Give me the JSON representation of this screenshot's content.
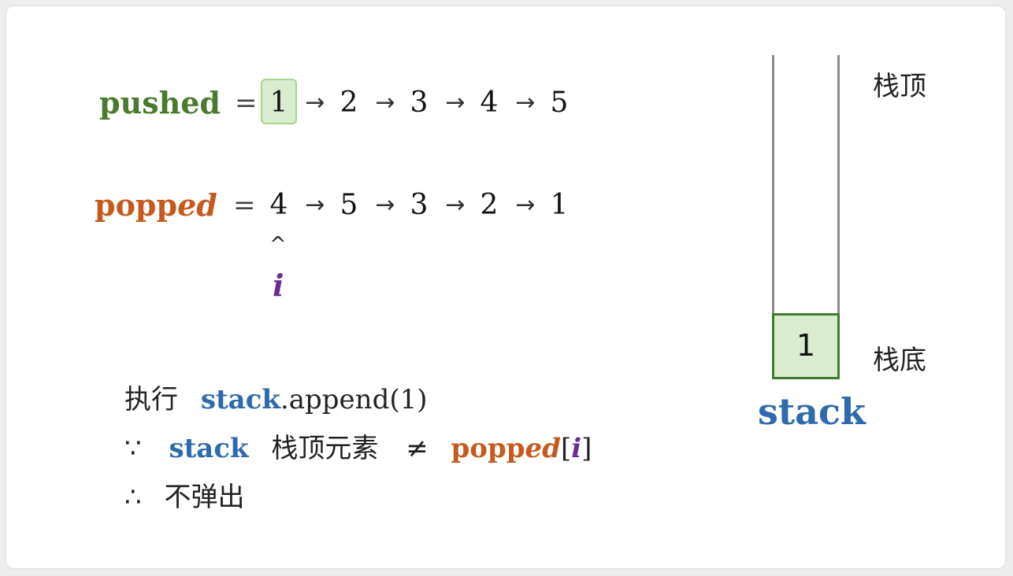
{
  "colors": {
    "pushed": "#4a7a2e",
    "popped": "#c65a1e",
    "stack": "#2e6aad",
    "pointer": "#6a2c91",
    "highlight_fill": "#d9ecd0",
    "highlight_border": "#a8d68c",
    "stack_cell_border": "#3f7a2e"
  },
  "pushed": {
    "name": "pushed",
    "eq": "=",
    "arrow": "→",
    "items": [
      "1",
      "2",
      "3",
      "4",
      "5"
    ],
    "highlight_index": 0
  },
  "popped": {
    "name_plain": "popp",
    "name_italic": "ed",
    "eq": "=",
    "arrow": "→",
    "items": [
      "4",
      "5",
      "3",
      "2",
      "1"
    ]
  },
  "pointer": {
    "caret": "^",
    "label": "i"
  },
  "statements": {
    "line1_prefix": "执行",
    "line1_stack": "stack",
    "line1_call": ".append(1)",
    "line2_because": "∵",
    "line2_stack": "stack",
    "line2_text": "栈顶元素",
    "line2_neq": "≠",
    "line2_popped_plain": "popp",
    "line2_popped_italic": "ed",
    "line2_lbracket": "[",
    "line2_i": "i",
    "line2_rbracket": "]",
    "line3_therefore": "∴",
    "line3_text": "不弹出"
  },
  "stack": {
    "label": "stack",
    "top_label": "栈顶",
    "bottom_label": "栈底",
    "cells": [
      "1"
    ]
  }
}
